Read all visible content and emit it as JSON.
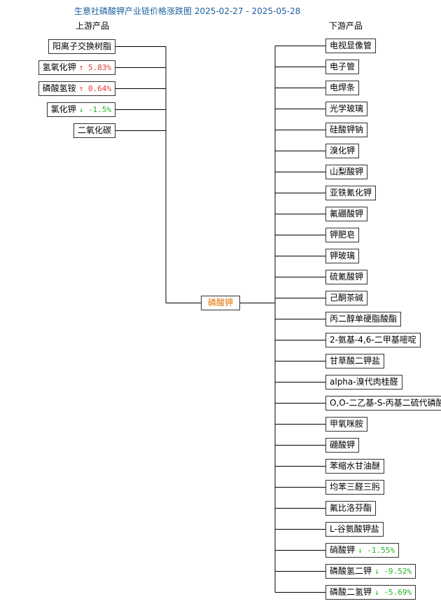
{
  "title": "生意社磷酸钾产业链价格涨跌图 2025-02-27 - 2025-05-28",
  "upstream_header": "上游产品",
  "downstream_header": "下游产品",
  "center": "磷酸钾",
  "colors": {
    "title": "#1a5f9e",
    "center": "#e07000",
    "up": "#e53935",
    "down": "#21b321"
  },
  "upstream": [
    {
      "name": "阳离子交换树脂",
      "change": "",
      "dir": ""
    },
    {
      "name": "氢氧化钾",
      "change": "5.83%",
      "dir": "up"
    },
    {
      "name": "磷酸氢铵",
      "change": "0.64%",
      "dir": "up"
    },
    {
      "name": "氯化钾",
      "change": "-1.5%",
      "dir": "down"
    },
    {
      "name": "二氧化碳",
      "change": "",
      "dir": ""
    }
  ],
  "downstream": [
    {
      "name": "电视显像管",
      "change": "",
      "dir": ""
    },
    {
      "name": "电子管",
      "change": "",
      "dir": ""
    },
    {
      "name": "电焊条",
      "change": "",
      "dir": ""
    },
    {
      "name": "光学玻璃",
      "change": "",
      "dir": ""
    },
    {
      "name": "硅酸钾钠",
      "change": "",
      "dir": ""
    },
    {
      "name": "溴化钾",
      "change": "",
      "dir": ""
    },
    {
      "name": "山梨酸钾",
      "change": "",
      "dir": ""
    },
    {
      "name": "亚铁氰化钾",
      "change": "",
      "dir": ""
    },
    {
      "name": "氟硼酸钾",
      "change": "",
      "dir": ""
    },
    {
      "name": "钾肥皂",
      "change": "",
      "dir": ""
    },
    {
      "name": "钾玻璃",
      "change": "",
      "dir": ""
    },
    {
      "name": "硫氰酸钾",
      "change": "",
      "dir": ""
    },
    {
      "name": "己酮茶碱",
      "change": "",
      "dir": ""
    },
    {
      "name": "丙二醇单硬脂酸酯",
      "change": "",
      "dir": ""
    },
    {
      "name": "2-氨基-4,6-二甲基嘧啶",
      "change": "",
      "dir": ""
    },
    {
      "name": "甘草酸二钾盐",
      "change": "",
      "dir": ""
    },
    {
      "name": "alpha-溴代肉桂醛",
      "change": "",
      "dir": ""
    },
    {
      "name": "O,O-二乙基-S-丙基二硫代磷酸酯",
      "change": "",
      "dir": ""
    },
    {
      "name": "甲氧咪胺",
      "change": "",
      "dir": ""
    },
    {
      "name": "硼酸钾",
      "change": "",
      "dir": ""
    },
    {
      "name": "苯缩水甘油醚",
      "change": "",
      "dir": ""
    },
    {
      "name": "均苯三醛三肟",
      "change": "",
      "dir": ""
    },
    {
      "name": "氟比洛芬酯",
      "change": "",
      "dir": ""
    },
    {
      "name": "L-谷氨酸钾盐",
      "change": "",
      "dir": ""
    },
    {
      "name": "硝酸钾",
      "change": "-1.55%",
      "dir": "down"
    },
    {
      "name": "磷酸氢二钾",
      "change": "-9.52%",
      "dir": "down"
    },
    {
      "name": "磷酸二氢钾",
      "change": "-5.69%",
      "dir": "down"
    }
  ]
}
